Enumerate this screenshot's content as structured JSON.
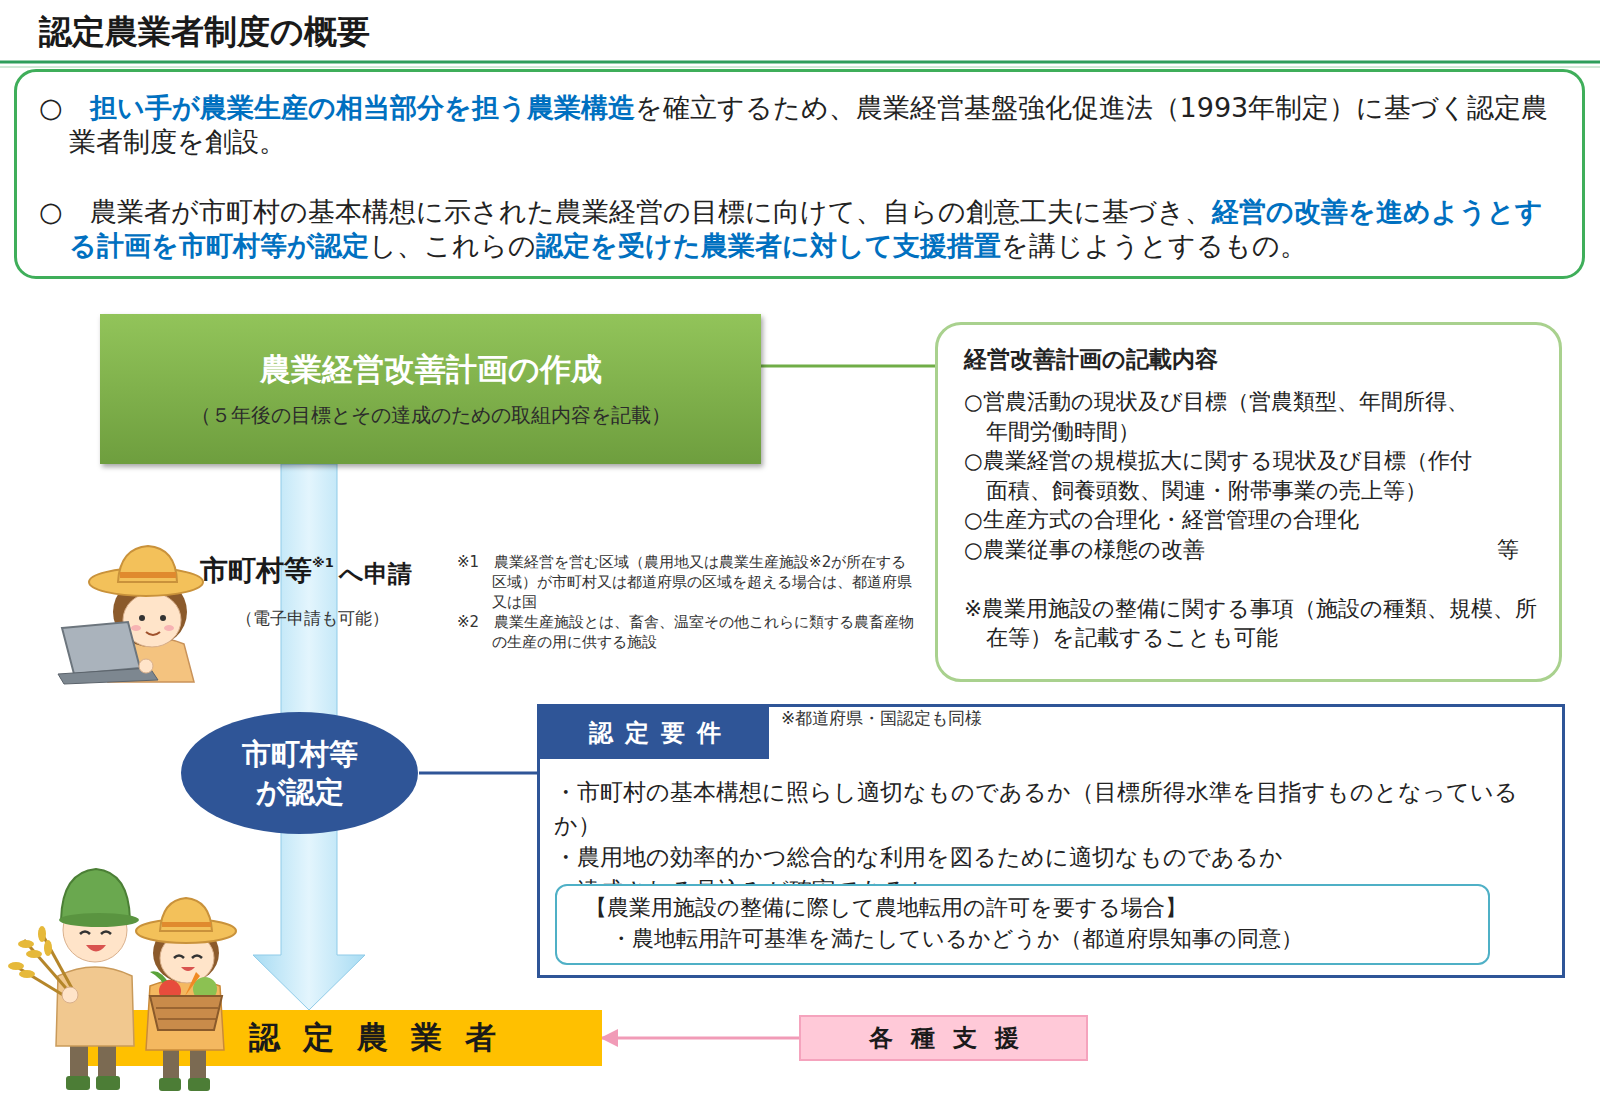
{
  "diagram": {
    "title": "認定農業者制度の概要",
    "nodes": [
      {
        "text": [
          "○　担い手が農業生産の相当部分を担う農業構造を確立するため、農業経営基盤強化促進法（1993年制定）に基づく認定農業者制度を創設。",
          "○　農業者が市町村の基本構想に示された農業経営の目標に向けて、自らの創意工夫に基づき、経営の改善を進めようとする計画を市町村等が認定し、これらの認定を受けた農業者に対して支援措置を講じようとするもの。"
        ]
      },
      {
        "text": [
          "農業経営改善計画の作成",
          "（５年後の目標とその達成のための取組内容を記載）"
        ]
      },
      {
        "text": [
          "経営改善計画の記載内容",
          "○営農活動の現状及び目標（営農類型、年間所得、年間労働時間）",
          "○農業経営の規模拡大に関する現状及び目標（作付面積、飼養頭数、関連・附帯事業の売上等）",
          "○生産方式の合理化・経営管理の合理化",
          "○農業従事の様態の改善",
          "等",
          "※農業用施設の整備に関する事項（施設の種類、規模、所在等）を記載することも可能"
        ]
      },
      {
        "text": [
          "市町村等が認定"
        ]
      },
      {
        "text": [
          "認定要件",
          "・市町村の基本構想に照らし適切なものであるか（目標所得水準を目指すものとなっているか）",
          "・農用地の効率的かつ総合的な利用を図るために適切なものであるか",
          "・達成される見込みが確実であるか"
        ]
      },
      {
        "text": [
          "【農業用施設の整備に際して農地転用の許可を要する場合】",
          "・農地転用許可基準を満たしているかどうか（都道府県知事の同意）"
        ],
        "in": 4
      },
      {
        "text": [
          "認定農業者"
        ]
      },
      {
        "text": [
          "各種支援"
        ]
      }
    ],
    "edges": [
      {
        "from": 1,
        "to": 2,
        "arrow": "none"
      },
      {
        "from": 1,
        "to": 6,
        "arrow": "to"
      },
      {
        "from": 3,
        "to": 4,
        "arrow": "none"
      },
      {
        "from": 7,
        "to": 6,
        "arrow": "to"
      }
    ],
    "labels": [
      "市町村等",
      "※1",
      "へ申請",
      "（電子申請も可能）",
      "※1　農業経営を営む区域（農用地又は農業生産施設※2が所在する区域）が市町村又は都道府県の区域を超える場合は、都道府県又は国",
      "※2　農業生産施設とは、畜舎、温室その他これらに類する農畜産物の生産の用に供する施設",
      "※都道府県・国認定も同様"
    ]
  }
}
